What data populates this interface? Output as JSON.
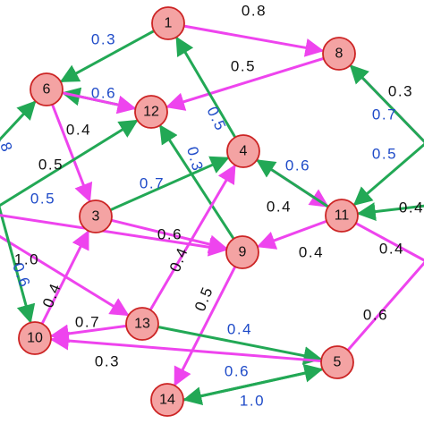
{
  "colors": {
    "magenta": "#ee44ee",
    "green": "#22a855",
    "black_label": "#111111",
    "blue_label": "#1f4bc8"
  },
  "nodes": [
    {
      "id": "1"
    },
    {
      "id": "8"
    },
    {
      "id": "6"
    },
    {
      "id": "12"
    },
    {
      "id": "4"
    },
    {
      "id": "11"
    },
    {
      "id": "3"
    },
    {
      "id": "9"
    },
    {
      "id": "13"
    },
    {
      "id": "10"
    },
    {
      "id": "5"
    },
    {
      "id": "14"
    }
  ],
  "edges": [
    {
      "from": "1",
      "to": "8",
      "color": "magenta",
      "label": "0.8",
      "lc": "black_label"
    },
    {
      "from": "1",
      "to": "6",
      "color": "green",
      "label": "0.3",
      "lc": "blue_label"
    },
    {
      "from": "8",
      "to": "12",
      "color": "magenta",
      "label": "0.5",
      "lc": "black_label"
    },
    {
      "from": "8",
      "to": "R1",
      "color": "magenta",
      "label": "0.3",
      "lc": "black_label"
    },
    {
      "from": "R1",
      "to": "8",
      "color": "green",
      "label": "0.7",
      "lc": "blue_label"
    },
    {
      "from": "R1",
      "to": "11",
      "color": "green",
      "label": "0.5",
      "lc": "blue_label"
    },
    {
      "from": "12",
      "to": "6",
      "color": "green",
      "label": "0.6",
      "lc": "blue_label"
    },
    {
      "from": "6",
      "to": "12",
      "color": "magenta",
      "label": "0.4",
      "lc": "black_label"
    },
    {
      "from": "6",
      "to": "3",
      "color": "magenta",
      "label": "0.5",
      "lc": "black_label"
    },
    {
      "from": "9",
      "to": "12",
      "color": "green",
      "label": "0.3",
      "lc": "blue_label"
    },
    {
      "from": "4",
      "to": "1",
      "color": "green",
      "label": "0.5",
      "lc": "blue_label"
    },
    {
      "from": "4",
      "to": "11",
      "color": "magenta",
      "label": "0.6",
      "lc": "blue_label"
    },
    {
      "from": "11",
      "to": "4",
      "color": "green",
      "label": "0.4",
      "lc": "black_label"
    },
    {
      "from": "3",
      "to": "4",
      "color": "green",
      "label": "0.7",
      "lc": "blue_label"
    },
    {
      "from": "3",
      "to": "9",
      "color": "magenta",
      "label": "0.6",
      "lc": "black_label"
    },
    {
      "from": "11",
      "to": "9",
      "color": "magenta",
      "label": "0.4",
      "lc": "black_label"
    },
    {
      "from": "11",
      "to": "R2",
      "color": "magenta",
      "label": "0.4",
      "lc": "black_label"
    },
    {
      "from": "R3",
      "to": "11",
      "color": "green",
      "label": "0.4",
      "lc": "black_label"
    },
    {
      "from": "13",
      "to": "4",
      "color": "magenta",
      "label": "0.4",
      "lc": "black_label"
    },
    {
      "from": "9",
      "to": "14",
      "color": "magenta",
      "label": "0.5",
      "lc": "black_label"
    },
    {
      "from": "13",
      "to": "10",
      "color": "magenta",
      "label": "0.7",
      "lc": "black_label"
    },
    {
      "from": "13",
      "to": "5",
      "color": "green",
      "label": "0.4",
      "lc": "blue_label"
    },
    {
      "from": "10",
      "to": "3",
      "color": "magenta",
      "label": "0.4",
      "lc": "black_label"
    },
    {
      "from": "L2",
      "to": "13",
      "color": "magenta",
      "label": "1.0",
      "lc": "black_label"
    },
    {
      "from": "L3",
      "to": "10",
      "color": "green",
      "label": "0.6",
      "lc": "blue_label"
    },
    {
      "from": "L4",
      "to": "12",
      "color": "green",
      "label": "0.5",
      "lc": "blue_label"
    },
    {
      "from": "L1",
      "to": "6",
      "color": "green",
      "label": ".8",
      "lc": "blue_label"
    },
    {
      "from": "L5",
      "to": "9",
      "color": "magenta",
      "label": "",
      "lc": "black_label"
    },
    {
      "from": "5",
      "to": "R2",
      "color": "magenta",
      "label": "0.6",
      "lc": "black_label"
    },
    {
      "from": "5",
      "to": "10",
      "color": "magenta",
      "label": "0.3",
      "lc": "black_label"
    },
    {
      "from": "5",
      "to": "14",
      "color": "green",
      "label": "0.6",
      "lc": "blue_label"
    },
    {
      "from": "14",
      "to": "5",
      "color": "green",
      "label": "1.0",
      "lc": "blue_label"
    }
  ]
}
